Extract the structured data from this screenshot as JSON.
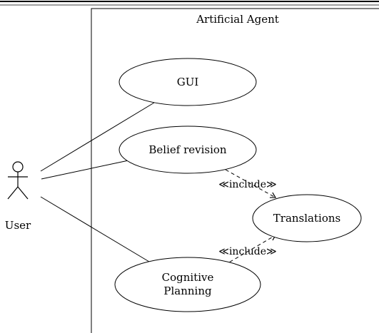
{
  "system": {
    "title": "Artificial Agent"
  },
  "actor": {
    "label": "User",
    "icon": "stick-figure-actor"
  },
  "use_cases": {
    "gui": {
      "label": "GUI"
    },
    "belief_revision": {
      "label": "Belief revision"
    },
    "translations": {
      "label": "Translations"
    },
    "cognitive_planning": {
      "line1": "Cognitive",
      "line2": "Planning"
    }
  },
  "relations": {
    "include_1": {
      "label": "≪include≫",
      "from": "Belief revision",
      "to": "Translations"
    },
    "include_2": {
      "label": "≪include≫",
      "from": "Cognitive Planning",
      "to": "Translations"
    }
  },
  "associations": [
    "GUI",
    "Belief revision",
    "Cognitive Planning"
  ]
}
